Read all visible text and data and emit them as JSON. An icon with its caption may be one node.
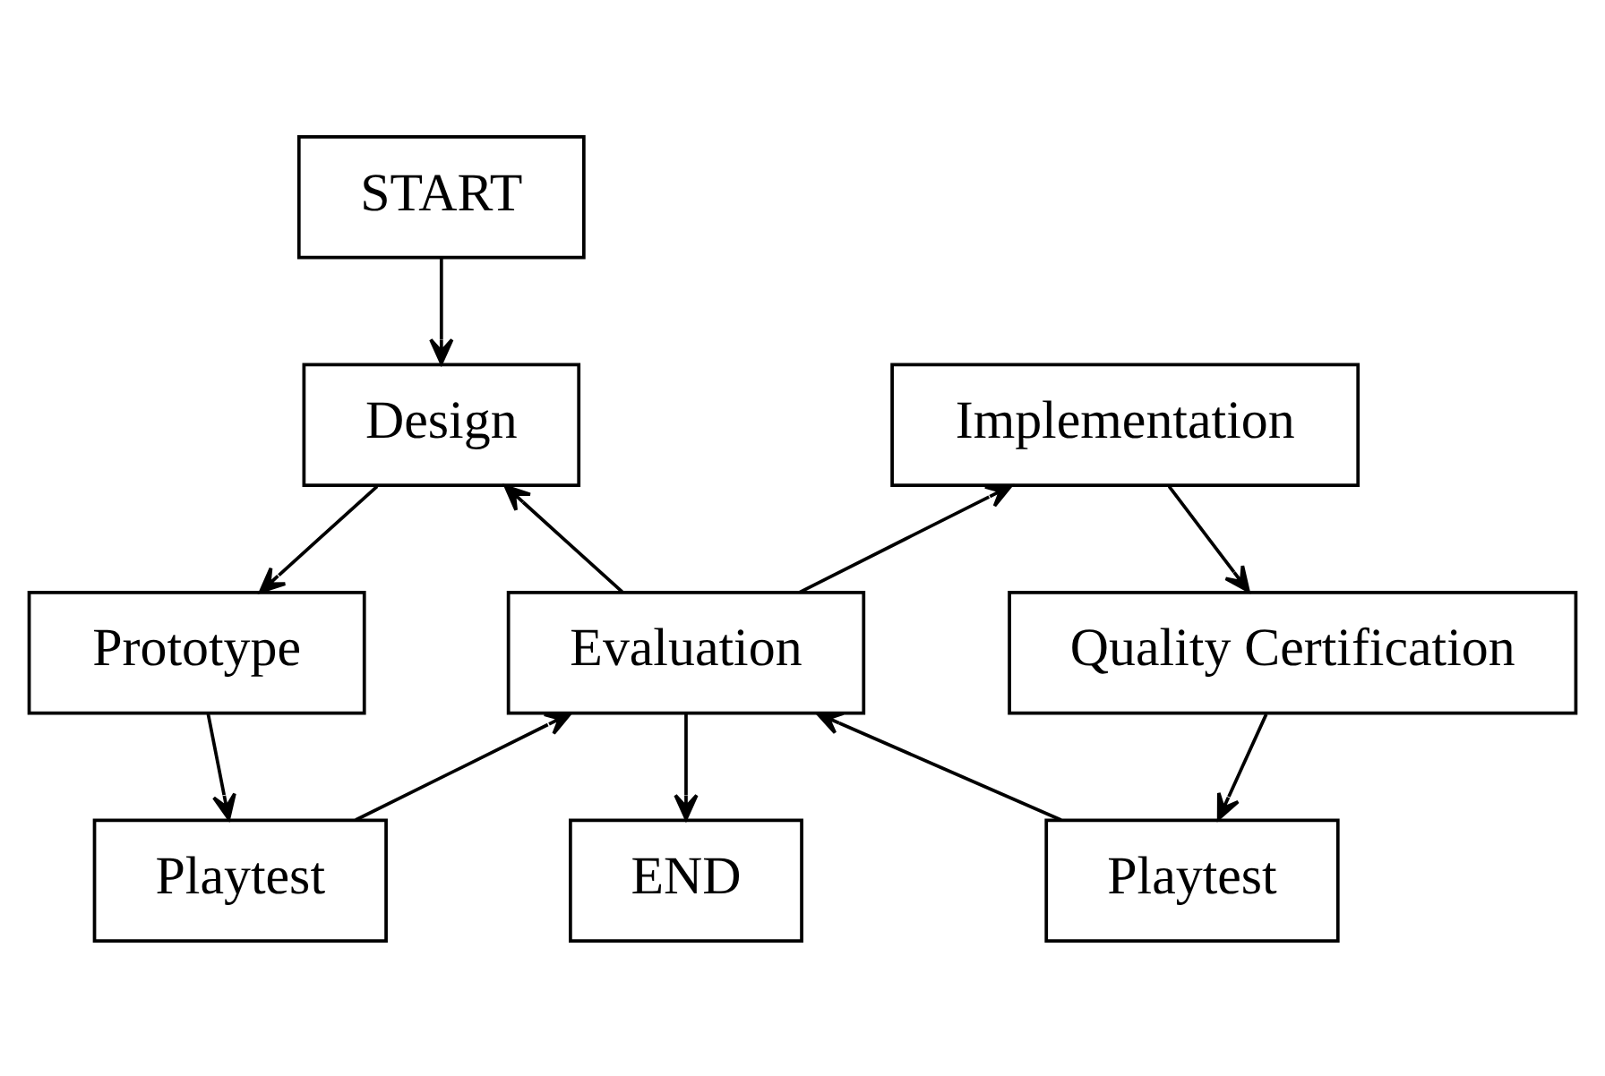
{
  "diagram": {
    "nodes": [
      {
        "text": [
          "START"
        ]
      },
      {
        "text": [
          "Design"
        ]
      },
      {
        "text": [
          "Prototype"
        ]
      },
      {
        "text": [
          "Playtest"
        ]
      },
      {
        "text": [
          "Evaluation"
        ]
      },
      {
        "text": [
          "END"
        ]
      },
      {
        "text": [
          "Implementation"
        ]
      },
      {
        "text": [
          "Quality Certification"
        ]
      },
      {
        "text": [
          "Playtest"
        ]
      }
    ],
    "edges": [
      {
        "from": 0,
        "to": 1,
        "arrow": "to"
      },
      {
        "from": 1,
        "to": 2,
        "arrow": "to"
      },
      {
        "from": 2,
        "to": 3,
        "arrow": "to"
      },
      {
        "from": 3,
        "to": 4,
        "arrow": "to"
      },
      {
        "from": 4,
        "to": 1,
        "arrow": "to"
      },
      {
        "from": 4,
        "to": 6,
        "arrow": "to"
      },
      {
        "from": 6,
        "to": 7,
        "arrow": "to"
      },
      {
        "from": 7,
        "to": 8,
        "arrow": "to"
      },
      {
        "from": 8,
        "to": 4,
        "arrow": "to"
      },
      {
        "from": 4,
        "to": 5,
        "arrow": "to"
      }
    ]
  }
}
